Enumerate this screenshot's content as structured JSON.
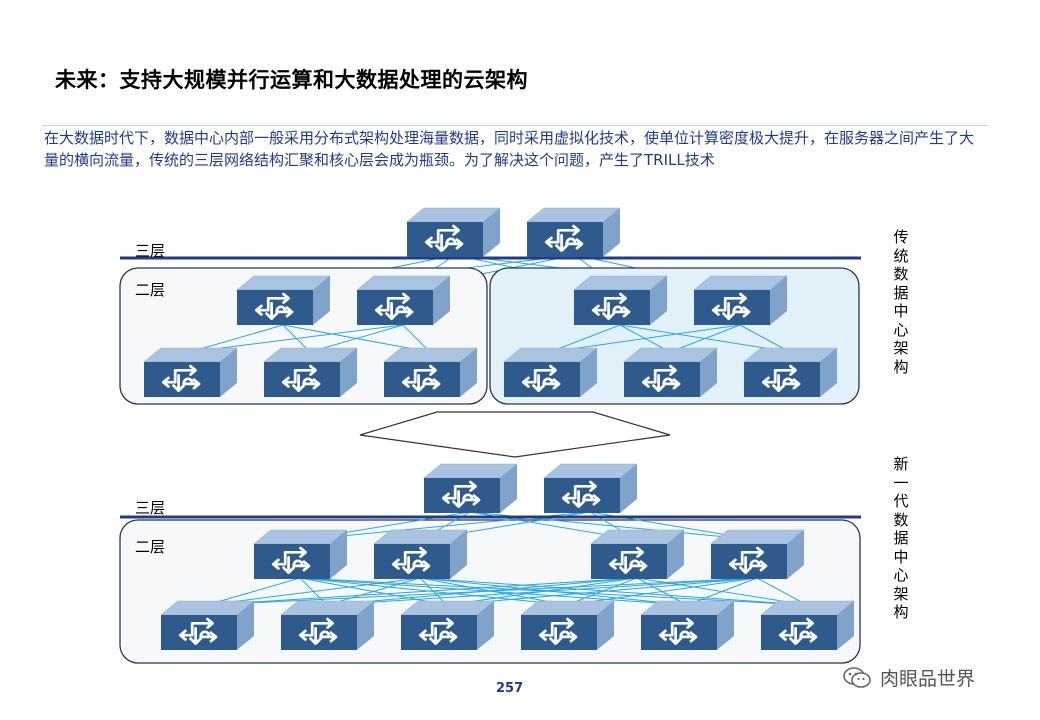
{
  "title": "未来：支持大规模并行运算和大数据处理的云架构",
  "description": "在大数据时代下，数据中心内部一般采用分布式架构处理海量数据，同时采用虚拟化技术，使单位计算密度极大提升，在服务器之间产生了大量的横向流量，传统的三层网络结构汇聚和核心层会成为瓶颈。为了解决这个问题，产生了TRILL技术",
  "traditional": {
    "side_label": "传统数据中心架构",
    "layer3_label": "三层",
    "layer2_label": "二层"
  },
  "new_gen": {
    "side_label": "新一代数据中心架构",
    "layer3_label": "三层",
    "layer2_label": "二层"
  },
  "page_number": "257",
  "watermark": {
    "text": "肉眼品世界",
    "icon": "wechat-icon"
  },
  "colors": {
    "switch_front": "#2e5b8c",
    "switch_top": "#a9c3e0",
    "switch_side": "#7fa3cb",
    "link": "#29a9e0",
    "layer_bar": "#1f3c8a",
    "text_blue": "#1f3c8a"
  }
}
